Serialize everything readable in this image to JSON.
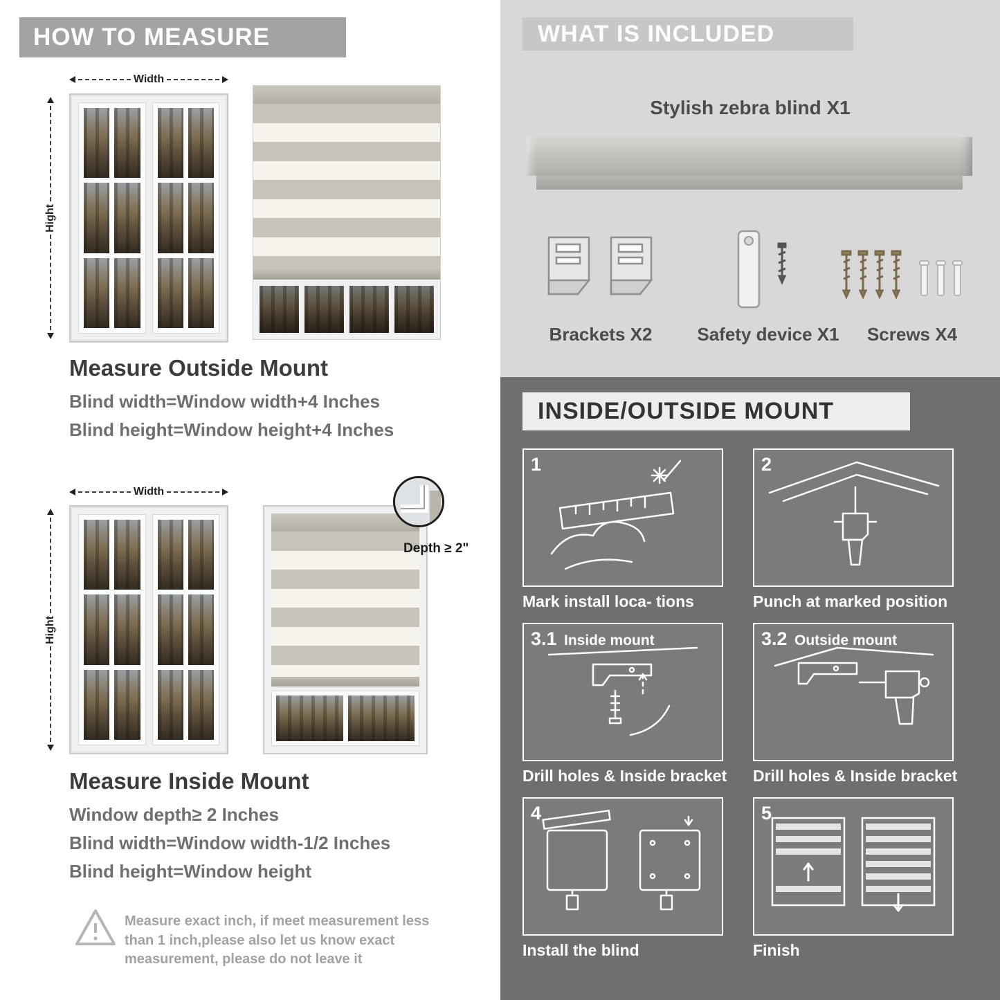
{
  "left": {
    "header": "HOW TO MEASURE",
    "width_label": "Width",
    "height_label": "Hight",
    "outside": {
      "title": "Measure Outside Mount",
      "lines": [
        "Blind width=Window width+4 Inches",
        "Blind height=Window height+4 Inches"
      ]
    },
    "inside": {
      "title": "Measure Inside Mount",
      "depth_label": "Depth ≥ 2\"",
      "lines": [
        "Window depth≥ 2 Inches",
        "Blind width=Window width-1/2 Inches",
        "Blind height=Window height"
      ]
    },
    "warning": "Measure exact inch, if meet measurement less than 1 inch,please also let us know exact measurement, please do not leave it"
  },
  "right_top": {
    "header": "WHAT IS INCLUDED",
    "product": "Stylish zebra blind X1",
    "items": [
      {
        "label": "Brackets X2",
        "icon": "brackets-icon"
      },
      {
        "label": "Safety device X1",
        "icon": "safety-device-icon"
      },
      {
        "label": "Screws X4",
        "icon": "screws-icon"
      }
    ]
  },
  "right_bottom": {
    "header": "INSIDE/OUTSIDE MOUNT",
    "steps": [
      {
        "num": "1",
        "title": "",
        "caption": "Mark install loca- tions"
      },
      {
        "num": "2",
        "title": "",
        "caption": "Punch at  marked position"
      },
      {
        "num": "3.1",
        "title": "Inside mount",
        "caption": "Drill holes &  Inside bracket"
      },
      {
        "num": "3.2",
        "title": "Outside mount",
        "caption": "Drill holes &  Inside bracket"
      },
      {
        "num": "4",
        "title": "",
        "caption": "Install the blind"
      },
      {
        "num": "5",
        "title": "",
        "caption": "Finish"
      }
    ]
  }
}
